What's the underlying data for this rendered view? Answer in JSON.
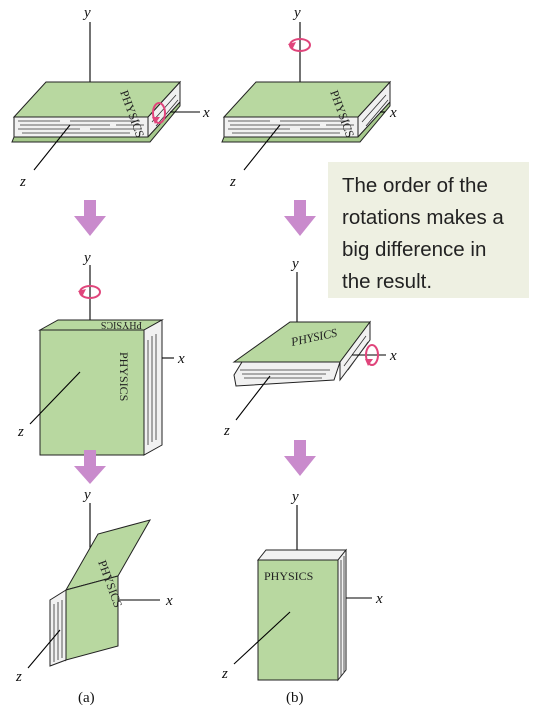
{
  "note": "The order of the rotations makes a big difference in the result.",
  "axes": {
    "x": "x",
    "y": "y",
    "z": "z"
  },
  "book_title": "PHYSICS",
  "panels": [
    {
      "label": "(a)"
    },
    {
      "label": "(b)"
    }
  ],
  "colors": {
    "book_cover": "#b8d8a0",
    "rotation_arrow": "#e0457b",
    "step_arrow": "#c98bcc",
    "note_background": "#eef0e2"
  }
}
